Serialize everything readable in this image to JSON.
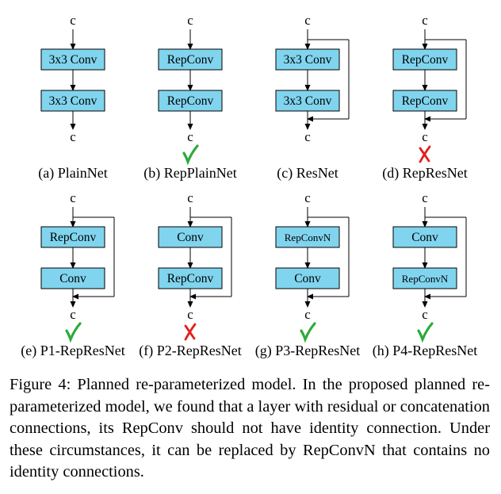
{
  "figure": {
    "box_fill": "#80d4ee",
    "box_stroke": "#000000",
    "check_color": "#2eaa3a",
    "cross_color": "#e02020",
    "rows": [
      {
        "panels": [
          {
            "id": "a",
            "input": "c",
            "output": "c",
            "blocks": [
              "3x3 Conv",
              "3x3 Conv"
            ],
            "skip": false,
            "caption": "(a) PlainNet",
            "mark": null
          },
          {
            "id": "b",
            "input": "c",
            "output": "c",
            "blocks": [
              "RepConv",
              "RepConv"
            ],
            "skip": false,
            "caption": "(b) RepPlainNet",
            "mark": "check"
          },
          {
            "id": "c",
            "input": "c",
            "output": "c",
            "blocks": [
              "3x3 Conv",
              "3x3 Conv"
            ],
            "skip": true,
            "caption": "(c) ResNet",
            "mark": null
          },
          {
            "id": "d",
            "input": "c",
            "output": "c",
            "blocks": [
              "RepConv",
              "RepConv"
            ],
            "skip": true,
            "caption": "(d) RepResNet",
            "mark": "cross"
          }
        ]
      },
      {
        "panels": [
          {
            "id": "e",
            "input": "c",
            "output": "c",
            "blocks": [
              "RepConv",
              "Conv"
            ],
            "skip": true,
            "caption": "(e) P1-RepResNet",
            "mark": "check"
          },
          {
            "id": "f",
            "input": "c",
            "output": "c",
            "blocks": [
              "Conv",
              "RepConv"
            ],
            "skip": true,
            "caption": "(f) P2-RepResNet",
            "mark": "cross"
          },
          {
            "id": "g",
            "input": "c",
            "output": "c",
            "blocks": [
              "RepConvN",
              "Conv"
            ],
            "skip": true,
            "caption": "(g) P3-RepResNet",
            "mark": "check"
          },
          {
            "id": "h",
            "input": "c",
            "output": "c",
            "blocks": [
              "Conv",
              "RepConvN"
            ],
            "skip": true,
            "caption": "(h) P4-RepResNet",
            "mark": "check"
          }
        ]
      }
    ]
  },
  "caption": {
    "label": "Figure 4:",
    "text": "Planned re-parameterized model. In the proposed planned re-parameterized model, we found that a layer with residual or concatenation connections, its RepConv should not have identity connection. Under these circumstances, it can be replaced by RepConvN that contains no identity connections."
  }
}
